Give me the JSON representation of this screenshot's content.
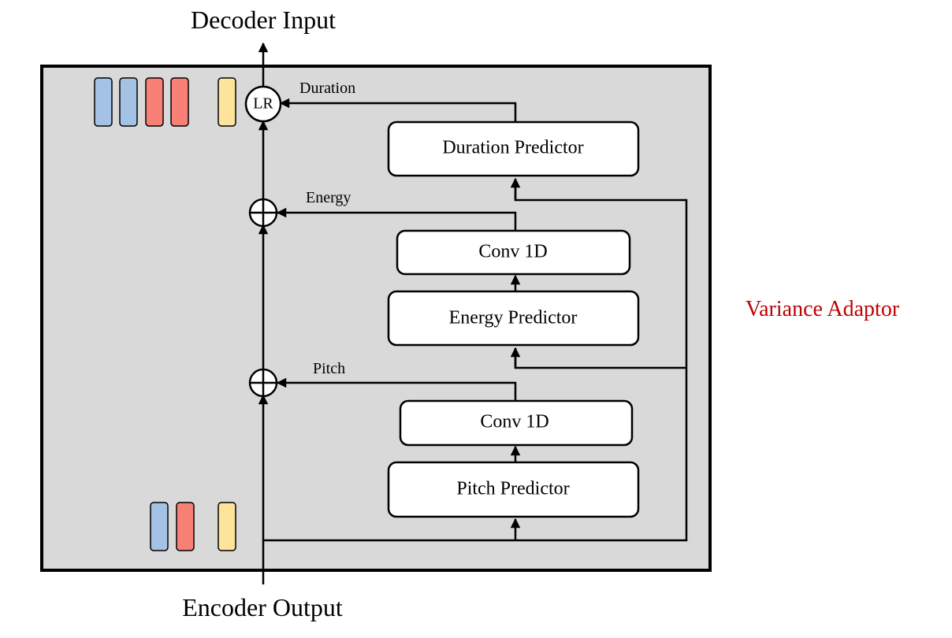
{
  "colors": {
    "background": "#d9d9d9",
    "token_blue": "#a4c2e3",
    "token_red": "#f88077",
    "token_yellow": "#fde49a",
    "adaptor_label": "#c00000"
  },
  "labels": {
    "decoder_input": "Decoder Input",
    "encoder_output": "Encoder Output",
    "variance_adaptor": "Variance Adaptor",
    "lr": "LR",
    "duration": "Duration",
    "energy": "Energy",
    "pitch": "Pitch"
  },
  "boxes": {
    "duration_predictor": "Duration Predictor",
    "conv_energy": "Conv 1D",
    "energy_predictor": "Energy Predictor",
    "conv_pitch": "Conv 1D",
    "pitch_predictor": "Pitch Predictor"
  },
  "tokens": {
    "top": [
      "blue",
      "blue",
      "red",
      "red",
      "yellow"
    ],
    "bottom": [
      "blue",
      "red",
      "yellow"
    ]
  }
}
